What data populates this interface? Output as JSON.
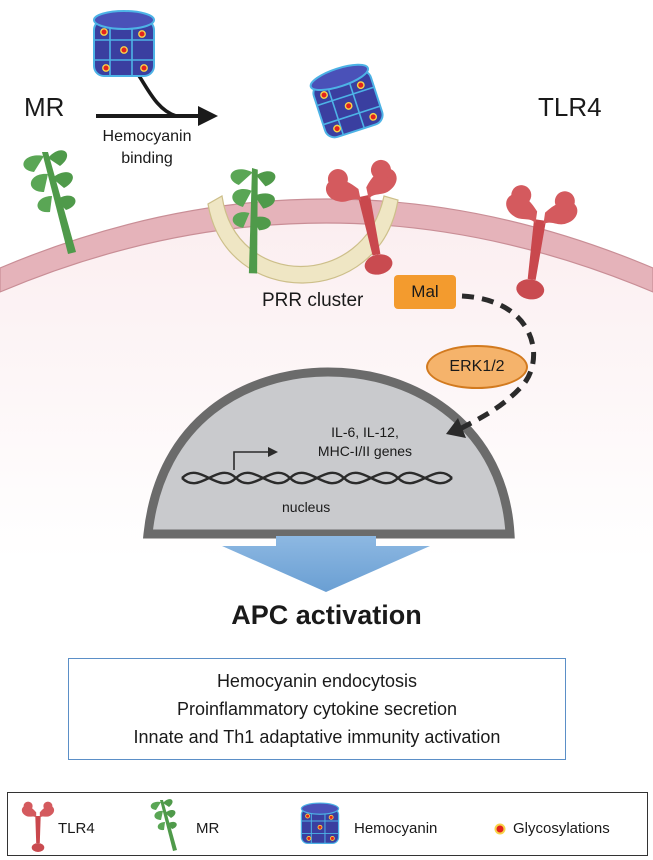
{
  "labels": {
    "mr": "MR",
    "tlr4": "TLR4",
    "binding_line1": "Hemocyanin",
    "binding_line2": "binding",
    "prr_cluster": "PRR cluster",
    "mal": "Mal",
    "erk": "ERK1/2",
    "genes_line1": "IL-6, IL-12,",
    "genes_line2": "MHC-I/II genes",
    "nucleus": "nucleus"
  },
  "result": {
    "title": "APC activation",
    "outcomes": [
      "Hemocyanin endocytosis",
      "Proinflammatory cytokine secretion",
      "Innate and Th1 adaptative immunity activation"
    ]
  },
  "legend": [
    {
      "icon": "tlr4-receptor-icon",
      "label": "TLR4"
    },
    {
      "icon": "mr-receptor-icon",
      "label": "MR"
    },
    {
      "icon": "hemocyanin-icon",
      "label": "Hemocyanin"
    },
    {
      "icon": "glycosylation-dot-icon",
      "label": "Glycosylations"
    }
  ],
  "colors": {
    "membrane": "#e5b3ba",
    "cytoplasm": "#fbeef0",
    "lipid_raft": "#efe6c4",
    "nucleus": "#c9cacd",
    "nuclear_envelope": "#6b6b6b",
    "tlr4": "#d45a5e",
    "mr": "#4f9a4a",
    "hemocyanin": "#3a3fa0",
    "hemocyanin_edge": "#4db3e6",
    "glycosylation": "#e3231d",
    "mal": "#f39b2e",
    "erk": "#f5b36b",
    "arrow_down": "#7aaad8",
    "box_border": "#5b8fc7"
  }
}
